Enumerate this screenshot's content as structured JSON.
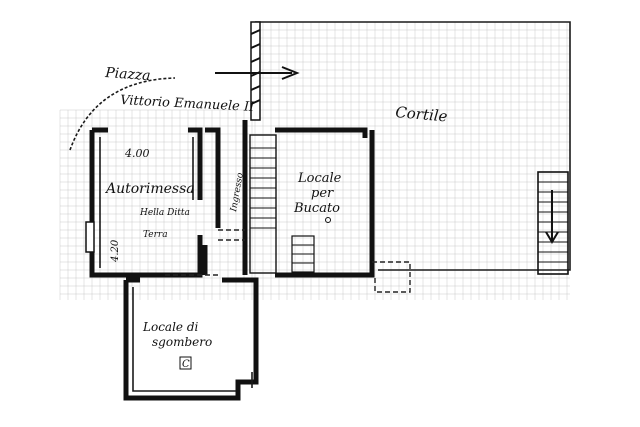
{
  "labels": {
    "piazza_line1": "Piazza",
    "piazza_line2": "Vittorio Emanuele II",
    "cortile": "Cortile",
    "autorimessa": "Autorimessa",
    "locale_bucato_1": "Locale",
    "locale_bucato_2": "per",
    "locale_bucato_3": "Bucato",
    "locale_sgombero_1": "Locale di",
    "locale_sgombero_2": "sgombero",
    "dim_width": "4.00",
    "dim_height": "4.20",
    "ditta_note": "Hella Ditta",
    "terra_note": "Terra",
    "corridor_note": "Ingresso",
    "room_marker": "C"
  },
  "colors": {
    "walls": "#111111",
    "grid": "#c9c9c9",
    "paper": "#ffffff"
  }
}
